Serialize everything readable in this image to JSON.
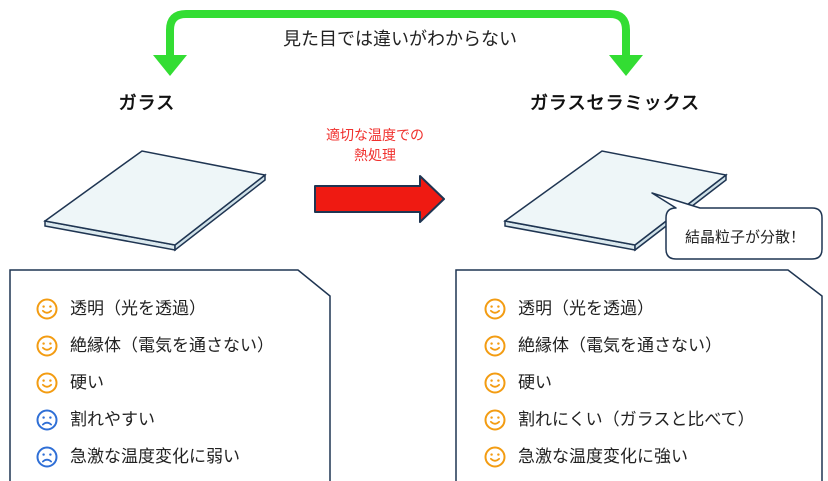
{
  "top_label": "見た目では違いがわからない",
  "glass": {
    "title": "ガラス",
    "properties": [
      {
        "text": "透明（光を透過）",
        "icon": "happy-face-icon",
        "color": "#f39c12"
      },
      {
        "text": "絶縁体（電気を通さない）",
        "icon": "happy-face-icon",
        "color": "#f39c12"
      },
      {
        "text": "硬い",
        "icon": "happy-face-icon",
        "color": "#f39c12"
      },
      {
        "text": "割れやすい",
        "icon": "sad-face-icon",
        "color": "#2f6fd6"
      },
      {
        "text": "急激な温度変化に弱い",
        "icon": "sad-face-icon",
        "color": "#2f6fd6"
      }
    ]
  },
  "process": {
    "line1": "適切な温度での",
    "line2": "熱処理",
    "arrow_color": "#ef1a12"
  },
  "glass_ceramic": {
    "title": "ガラスセラミックス",
    "callout": "結晶粒子が分散！",
    "properties": [
      {
        "text": "透明（光を透過）",
        "icon": "happy-face-icon",
        "color": "#f39c12"
      },
      {
        "text": "絶縁体（電気を通さない）",
        "icon": "happy-face-icon",
        "color": "#f39c12"
      },
      {
        "text": "硬い",
        "icon": "happy-face-icon",
        "color": "#f39c12"
      },
      {
        "text": "割れにくい（ガラスと比べて）",
        "icon": "happy-face-icon",
        "color": "#f39c12"
      },
      {
        "text": "急激な温度変化に強い",
        "icon": "happy-face-icon",
        "color": "#f39c12"
      }
    ]
  },
  "colors": {
    "green_arrow": "#33dd33",
    "panel_border": "#1f3552",
    "plate_fill": "#eef6f8",
    "plate_border": "#1f3552"
  }
}
